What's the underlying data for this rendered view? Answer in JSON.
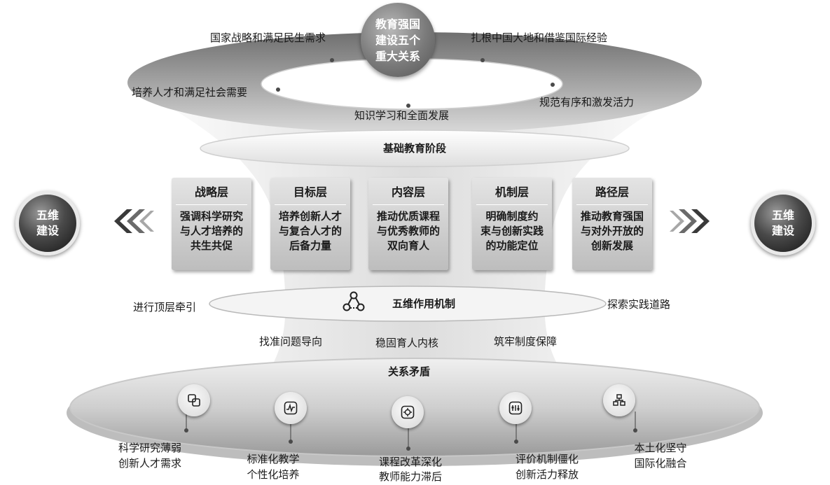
{
  "top": {
    "center_title": "教育强国\n建设五个\n重大关系",
    "relations": [
      "国家战略和满足民生需求",
      "扎根中国大地和借鉴国际经验",
      "培养人才和满足社会需要",
      "规范有序和激发活力",
      "知识学习和全面发展"
    ],
    "stage_label": "基础教育阶段"
  },
  "side": {
    "left_orb": "五维\n建设",
    "right_orb": "五维\n建设"
  },
  "layers": [
    {
      "title": "战略层",
      "body": "强调科学研究\n与人才培养的\n共生共促"
    },
    {
      "title": "目标层",
      "body": "培养创新人才\n与复合人才的\n后备力量"
    },
    {
      "title": "内容层",
      "body": "推动优质课程\n与优秀教师的\n双向育人"
    },
    {
      "title": "机制层",
      "body": "明确制度约\n束与创新实践\n的功能定位"
    },
    {
      "title": "路径层",
      "body": "推动教育强国\n与对外开放的\n创新发展"
    }
  ],
  "mechanism": {
    "label": "五维作用机制",
    "left": "进行顶层牵引",
    "right": "探索实践道路",
    "items": [
      "找准问题导向",
      "稳固育人内核",
      "筑牢制度保障"
    ]
  },
  "bottom": {
    "label": "关系矛盾",
    "contradictions": [
      "科学研究薄弱\n创新人才需求",
      "标准化教学\n个性化培养",
      "课程改革深化\n教师能力滞后",
      "评价机制僵化\n创新活力释放",
      "本土化坚守\n国际化融合"
    ]
  },
  "colors": {
    "text": "#1a1a1a",
    "ring_dark": "#7d7d7d",
    "ring_light": "#e8e8e8",
    "card": "#cfcfcf",
    "orb_dark": "#222222"
  }
}
